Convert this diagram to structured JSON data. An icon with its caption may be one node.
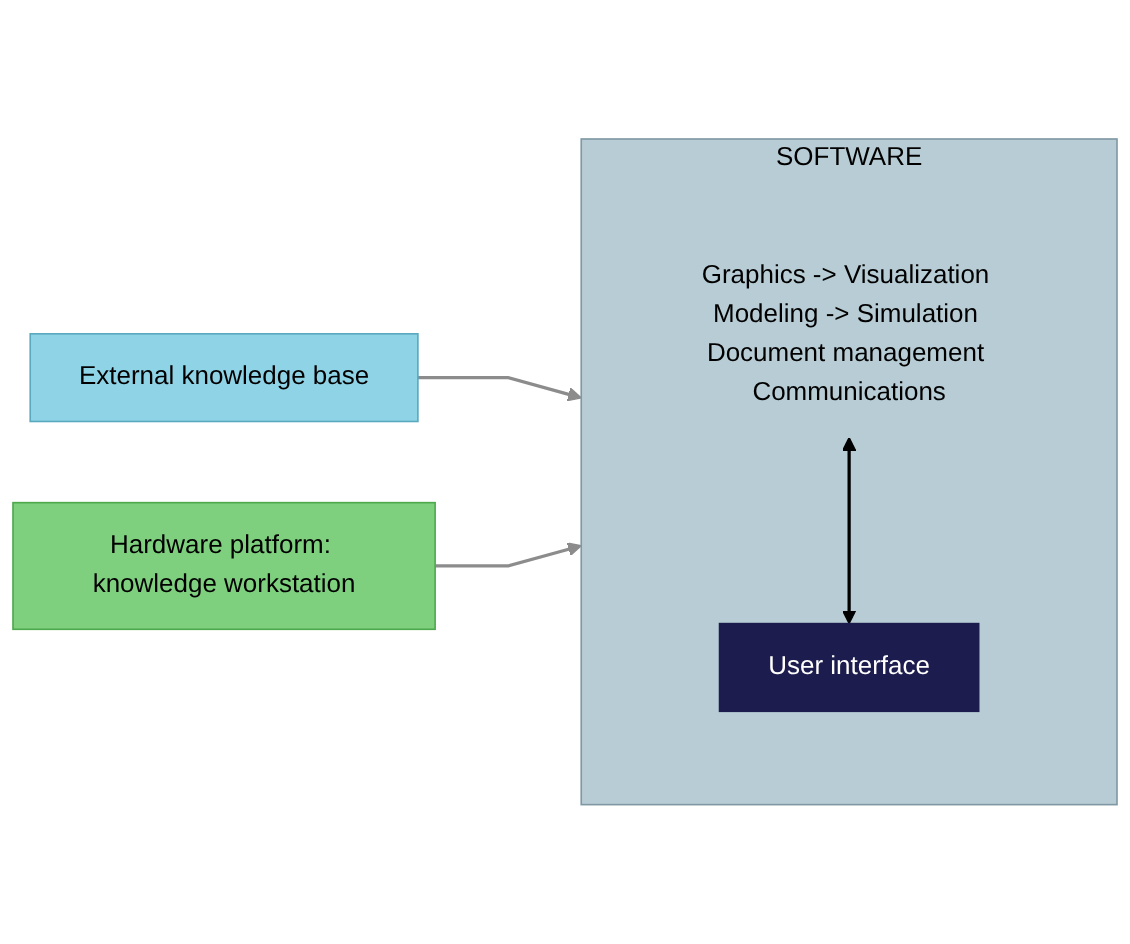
{
  "diagram": {
    "nodes": [
      {
        "text": [
          "External knowledge base"
        ]
      },
      {
        "text": [
          "SOFTWARE"
        ]
      },
      {
        "text": [
          "Graphics -> Visualization Modeling -> Simulation Document management Communications"
        ],
        "in": 1
      },
      {
        "text": [
          "User interface"
        ],
        "in": 1
      },
      {
        "text": [
          "Hardware platform: knowledge workstation"
        ]
      }
    ],
    "edges": [
      {
        "from": 0,
        "to": 1,
        "arrow": "to"
      },
      {
        "from": 2,
        "to": 3,
        "arrow": "both",
        "color": "#000000"
      },
      {
        "from": 4,
        "to": 1,
        "arrow": "to"
      }
    ]
  }
}
